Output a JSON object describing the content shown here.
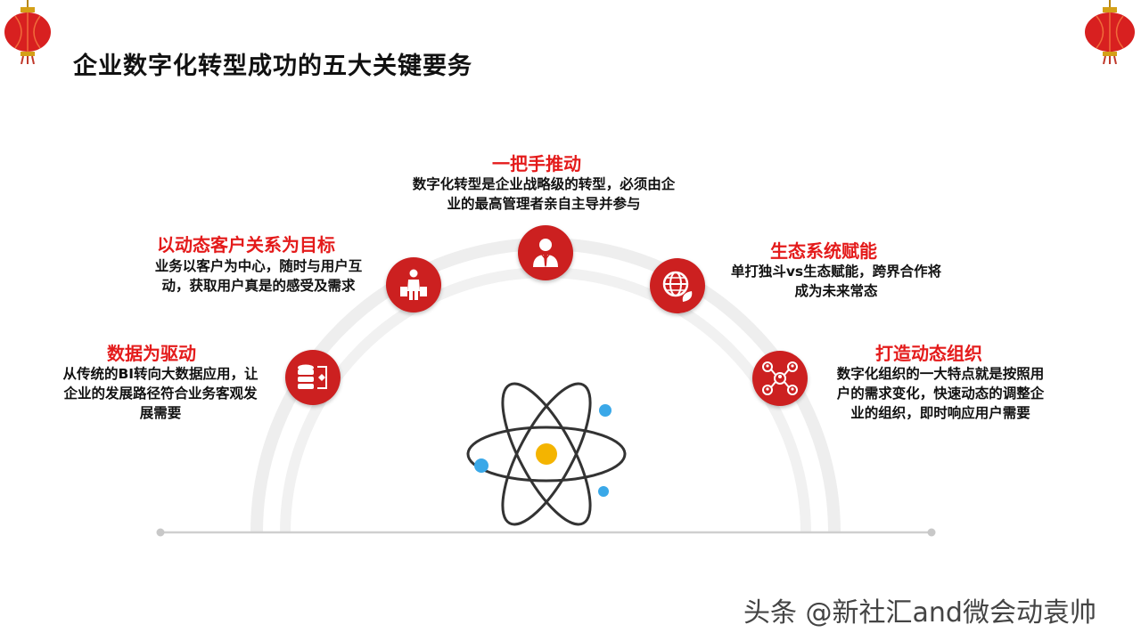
{
  "title": "企业数字化转型成功的五大关键要务",
  "items": [
    {
      "key": "data",
      "title": "数据为驱动",
      "desc": [
        "从传统的BI转向大数据应用，让",
        "企业的发展路径符合业务客观发",
        "展需要"
      ],
      "icon": "database-flow-icon"
    },
    {
      "key": "customer",
      "title": "以动态客户关系为目标",
      "desc": [
        "业务以客户为中心，随时与用户互",
        "动，获取用户真是的感受及需求"
      ],
      "icon": "shopper-icon"
    },
    {
      "key": "leader",
      "title": "一把手推动",
      "desc": [
        "数字化转型是企业战略级的转型，必须由企",
        "业的最高管理者亲自主导并参与"
      ],
      "icon": "executive-icon"
    },
    {
      "key": "ecosystem",
      "title": "生态系统赋能",
      "desc": [
        "单打独斗vs生态赋能，跨界合作将",
        "成为未来常态"
      ],
      "icon": "globe-leaf-icon"
    },
    {
      "key": "org",
      "title": "打造动态组织",
      "desc": [
        "数字化组织的一大特点就是按照用",
        "户的需求变化，快速动态的调整企",
        "业的组织，即时响应用户需要"
      ],
      "icon": "network-people-icon"
    }
  ],
  "watermark": "头条 @新社汇and微会动袁帅",
  "colors": {
    "accent": "#e41b1b",
    "icon_bg": "#cc2020",
    "arc": "#eeeeee",
    "atom_dot": "#3aa8e8",
    "atom_core": "#f4b400"
  }
}
